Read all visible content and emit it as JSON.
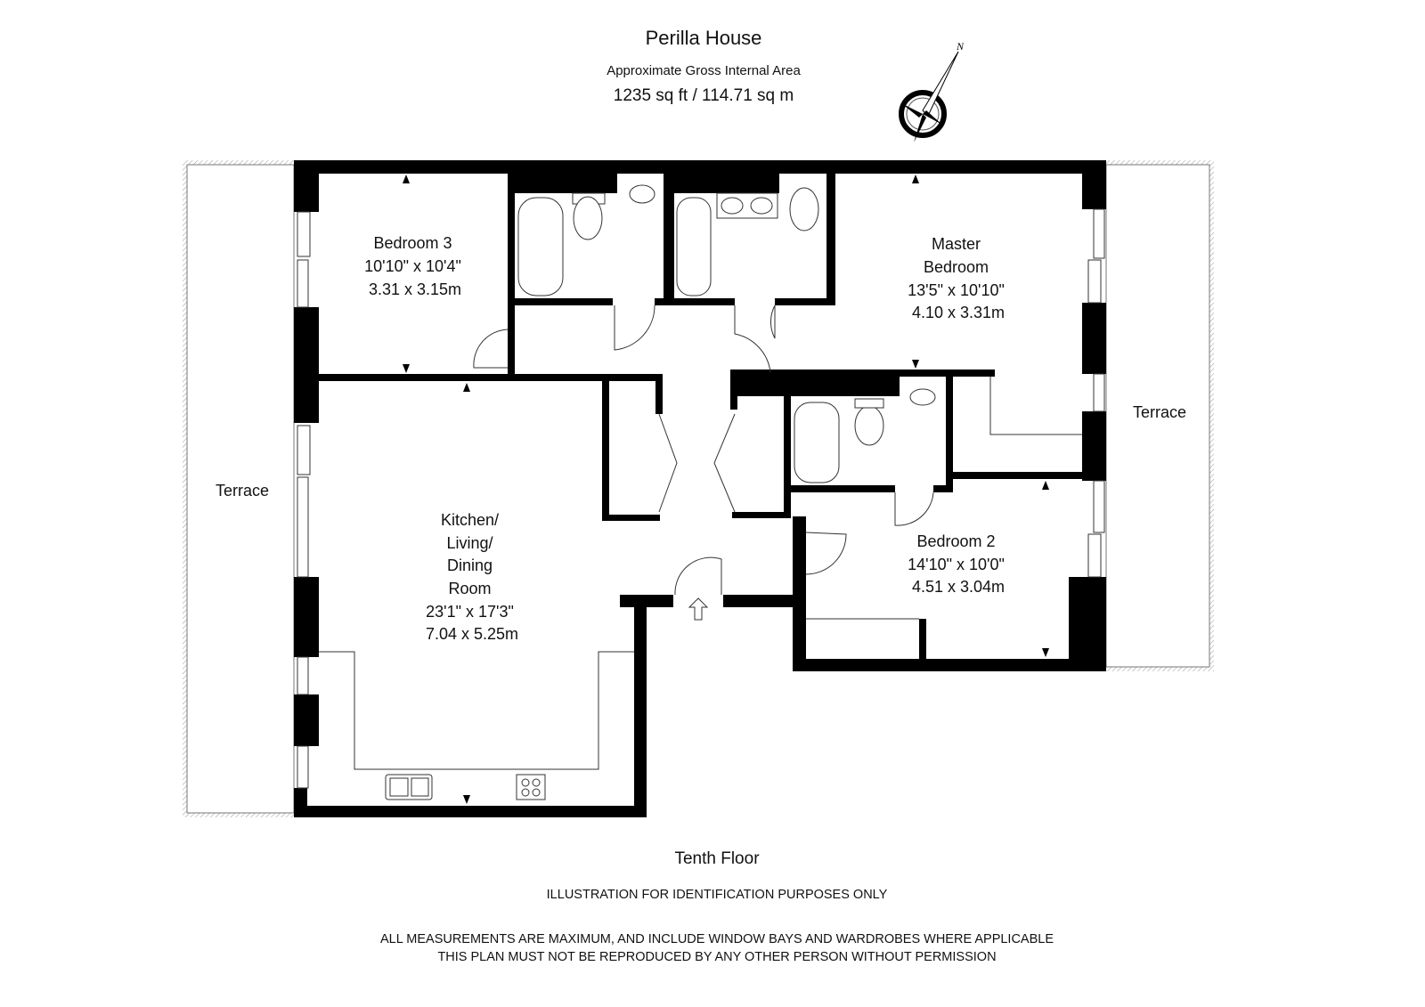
{
  "header": {
    "title": "Perilla House",
    "subtitle": "Approximate Gross Internal Area",
    "area": "1235 sq ft  /  114.71 sq m"
  },
  "compass": {
    "label": "N"
  },
  "rooms": {
    "bedroom3": {
      "name": "Bedroom 3",
      "imperial": "10'10\" x 10'4\"",
      "metric": "3.31 x 3.15m"
    },
    "master": {
      "name1": "Master",
      "name2": "Bedroom",
      "imperial": "13'5\" x 10'10\"",
      "metric": "4.10 x 3.31m"
    },
    "kitchen": {
      "name1": "Kitchen/",
      "name2": "Living/",
      "name3": "Dining",
      "name4": "Room",
      "imperial": "23'1\" x 17'3\"",
      "metric": "7.04 x 5.25m"
    },
    "bedroom2": {
      "name": "Bedroom 2",
      "imperial": "14'10\" x 10'0\"",
      "metric": "4.51 x 3.04m"
    },
    "terrace_left": "Terrace",
    "terrace_right": "Terrace"
  },
  "footer": {
    "floor": "Tenth Floor",
    "note1": "ILLUSTRATION FOR IDENTIFICATION PURPOSES ONLY",
    "note2": "ALL MEASUREMENTS ARE MAXIMUM, AND INCLUDE WINDOW BAYS AND WARDROBES WHERE APPLICABLE",
    "note3": "THIS PLAN MUST NOT BE REPRODUCED BY ANY OTHER PERSON WITHOUT PERMISSION"
  }
}
